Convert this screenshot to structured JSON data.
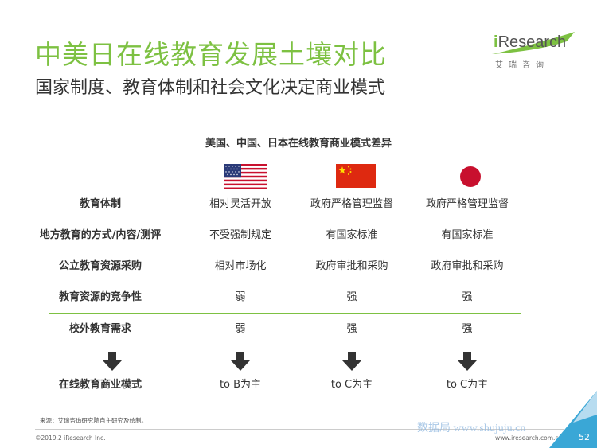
{
  "header": {
    "title": "中美日在线教育发展土壤对比",
    "subtitle": "国家制度、教育体制和社会文化决定商业模式"
  },
  "logo": {
    "brand_i": "i",
    "brand_rest": "Research",
    "chinese": "艾瑞咨询"
  },
  "table": {
    "title": "美国、中国、日本在线教育商业模式差异",
    "countries": [
      "美国",
      "中国",
      "日本"
    ],
    "rows": [
      {
        "label": "教育体制",
        "values": [
          "相对灵活开放",
          "政府严格管理监督",
          "政府严格管理监督"
        ]
      },
      {
        "label": "地方教育的方式/内容/测评",
        "values": [
          "不受强制规定",
          "有国家标准",
          "有国家标准"
        ]
      },
      {
        "label": "公立教育资源采购",
        "values": [
          "相对市场化",
          "政府审批和采购",
          "政府审批和采购"
        ]
      },
      {
        "label": "教育资源的竞争性",
        "values": [
          "弱",
          "强",
          "强"
        ]
      },
      {
        "label": "校外教育需求",
        "values": [
          "弱",
          "强",
          "强"
        ]
      }
    ],
    "result": {
      "label": "在线教育商业模式",
      "values": [
        "to B为主",
        "to C为主",
        "to C为主"
      ]
    }
  },
  "footer": {
    "source": "来源：艾瑞咨询研究院自主研究及绘制。",
    "copyright": "©2019.2 iResearch Inc.",
    "url": "www.iresearch.com.cn",
    "watermark": "数据局 www.shujuju.cn",
    "page_number": "52"
  },
  "colors": {
    "accent_green": "#7dc142",
    "text_dark": "#333333",
    "corner_blue": "#3aa7d6"
  }
}
